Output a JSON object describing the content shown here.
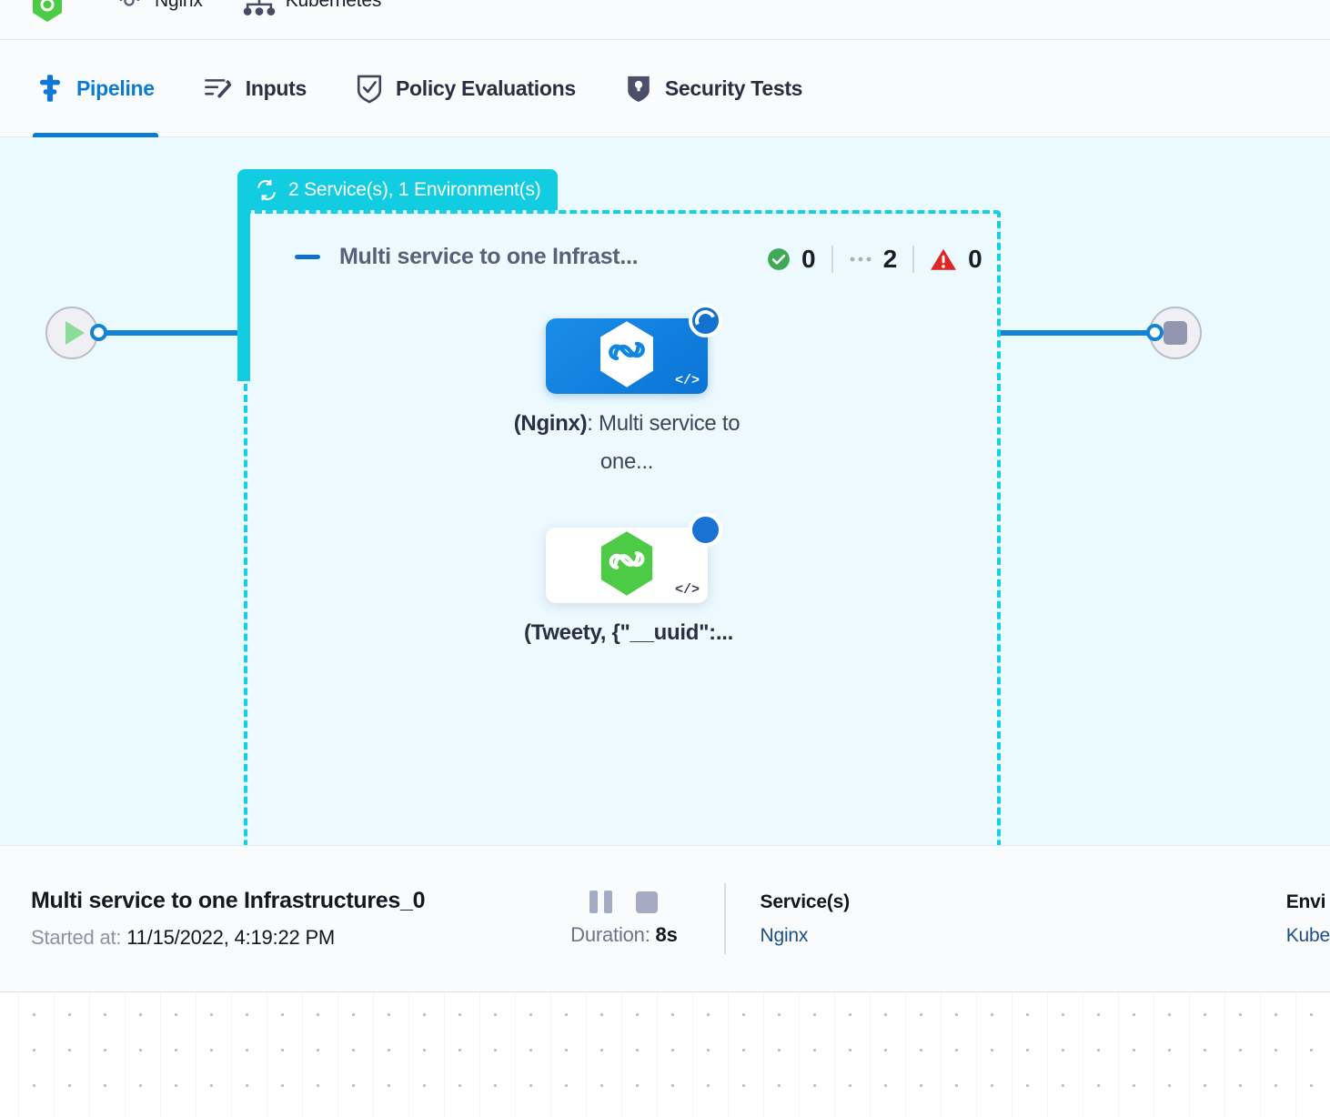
{
  "topbar": {
    "items": [
      {
        "icon": "hexagon-infinity-green-icon",
        "label": ""
      },
      {
        "icon": "gear-icon",
        "label": "Nginx"
      },
      {
        "icon": "kubernetes-icon",
        "label": "Kubernetes"
      }
    ]
  },
  "tabs": [
    {
      "label": "Pipeline",
      "icon": "pipeline-icon",
      "active": true
    },
    {
      "label": "Inputs",
      "icon": "inputs-magic-wand-icon",
      "active": false
    },
    {
      "label": "Policy Evaluations",
      "icon": "shield-check-icon",
      "active": false
    },
    {
      "label": "Security Tests",
      "icon": "shield-lock-icon",
      "active": false
    }
  ],
  "pipeline": {
    "group_tab": {
      "icon": "loop-matrix-icon",
      "label": "2 Service(s), 1 Environment(s)",
      "color": "#12cde1"
    },
    "group_title": "Multi service to one Infrast...",
    "collapse_icon": "minus-collapse-icon",
    "counters": [
      {
        "icon": "check-circle-green-icon",
        "value": "0",
        "color": "#3fa955"
      },
      {
        "icon": "dots-pending-icon",
        "value": "2",
        "color": "#a9b0c2"
      },
      {
        "icon": "warning-triangle-red-icon",
        "value": "0",
        "color": "#e02525"
      }
    ],
    "start_node": {
      "icon": "play-icon"
    },
    "end_node": {
      "icon": "stop-square-icon"
    },
    "nodes": [
      {
        "icon": "hexagon-infinity-blue-icon",
        "code_icon": "code-brackets-icon",
        "status_icon": "spinner-running-icon",
        "label_bold": "(Nginx)",
        "label_rest": ": Multi service to one...",
        "style": "blue"
      },
      {
        "icon": "hexagon-infinity-green-icon",
        "code_icon": "code-brackets-icon",
        "status_icon": "status-circle-blue-icon",
        "label_bold": "(Tweety, {\"__uuid\":...",
        "label_rest": "",
        "style": "white"
      }
    ]
  },
  "detail": {
    "title": "Multi service to one Infrastructures_0",
    "started_label": "Started at:",
    "started_value": "11/15/2022, 4:19:22 PM",
    "pause_icon": "pause-icon",
    "stop_icon": "stop-icon",
    "duration_label": "Duration:",
    "duration_value": "8s",
    "columns": [
      {
        "header": "Service(s)",
        "value": "Nginx"
      },
      {
        "header": "Envi",
        "value": "Kube"
      }
    ]
  }
}
